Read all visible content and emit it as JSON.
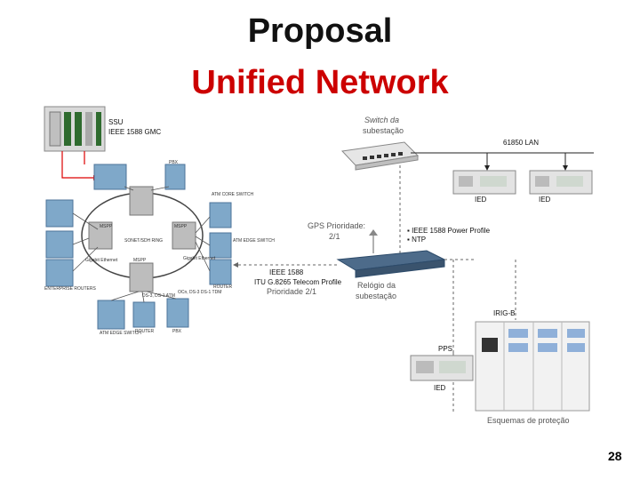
{
  "slide": {
    "title": "Proposal",
    "subtitle": "Unified Network",
    "page_number": "28"
  },
  "diagram": {
    "ssu_label": "SSU",
    "gmc_label": "IEEE 1588 GMC",
    "switch_label_1": "Switch da",
    "switch_label_2": "subestação",
    "lan_label": "61850 LAN",
    "ied_label": "IED",
    "gps_label_1": "GPS Prioridade:",
    "gps_label_2": "2/1",
    "ieee_power_profile": "IEEE 1588 Power Profile",
    "ntp": "NTP",
    "ieee1588": "IEEE 1588",
    "telecom_profile": "ITU G.8265 Telecom Profile",
    "prioridade": "Prioridade 2/1",
    "relogio_1": "Relógio da",
    "relogio_2": "subestação",
    "irigb": "IRIG-B",
    "pps": "PPS",
    "esquemas": "Esquemas de proteção",
    "ring_label": "SONET/SDH RING",
    "pbx": "PBX",
    "atm_core_switch": "ATM CORE SWITCH",
    "msspp": "MSPP",
    "atm_edge_switch": "ATM EDGE SWITCH",
    "router": "ROUTER",
    "enterprise_routers": "ENTERPRISE ROUTERS",
    "gigabit_ethernet": "Gigabit Ethernet",
    "ocn": "OCn, DS-3 DS-1 TDM",
    "ds3": "DS-3, DS-1 ATM"
  }
}
